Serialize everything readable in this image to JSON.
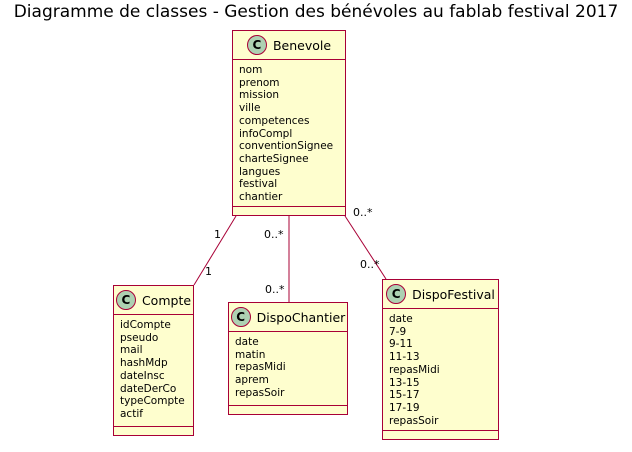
{
  "title": "Diagramme de classes - Gestion des bénévoles au fablab festival 2017",
  "colors": {
    "class_fill": "#fefece",
    "class_border": "#a80036",
    "badge_fill": "#add1b2"
  },
  "classes": {
    "benevole": {
      "stereotype": "C",
      "name": "Benevole",
      "attributes": [
        "nom",
        "prenom",
        "mission",
        "ville",
        "competences",
        "infoCompl",
        "conventionSignee",
        "charteSignee",
        "langues",
        "festival",
        "chantier"
      ]
    },
    "compte": {
      "stereotype": "C",
      "name": "Compte",
      "attributes": [
        "idCompte",
        "pseudo",
        "mail",
        "hashMdp",
        "dateInsc",
        "dateDerCo",
        "typeCompte",
        "actif"
      ]
    },
    "dispo_chantier": {
      "stereotype": "C",
      "name": "DispoChantier",
      "attributes": [
        "date",
        "matin",
        "repasMidi",
        "aprem",
        "repasSoir"
      ]
    },
    "dispo_festival": {
      "stereotype": "C",
      "name": "DispoFestival",
      "attributes": [
        "date",
        "7-9",
        "9-11",
        "11-13",
        "repasMidi",
        "13-15",
        "15-17",
        "17-19",
        "repasSoir"
      ]
    }
  },
  "associations": {
    "compte": {
      "source_mult": "1",
      "target_mult": "1"
    },
    "dispo_chantier": {
      "source_mult": "0..*",
      "target_mult": "0..*"
    },
    "dispo_festival": {
      "source_mult": "0..*",
      "target_mult": "0..*"
    }
  }
}
